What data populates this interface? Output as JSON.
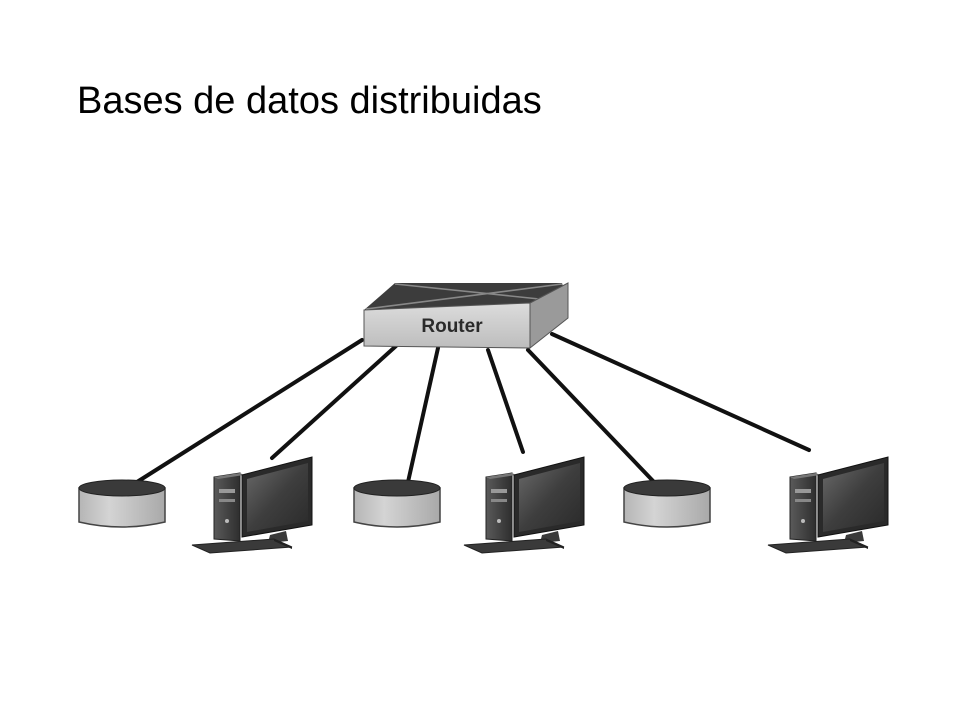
{
  "title": "Bases de datos distribuidas",
  "router": {
    "label": "Router",
    "icon": "router-icon"
  },
  "nodes": [
    {
      "type": "database",
      "icon": "database-icon"
    },
    {
      "type": "computer",
      "icon": "computer-icon"
    },
    {
      "type": "database",
      "icon": "database-icon"
    },
    {
      "type": "computer",
      "icon": "computer-icon"
    },
    {
      "type": "database",
      "icon": "database-icon"
    },
    {
      "type": "computer",
      "icon": "computer-icon"
    }
  ],
  "colors": {
    "line": "#111111",
    "router_top": "#3c3c3c",
    "router_front": "#cfcfcf",
    "db_body": "#c4c4c4",
    "db_top": "#3a3a3a",
    "monitor_screen": "#4a4a4a"
  }
}
